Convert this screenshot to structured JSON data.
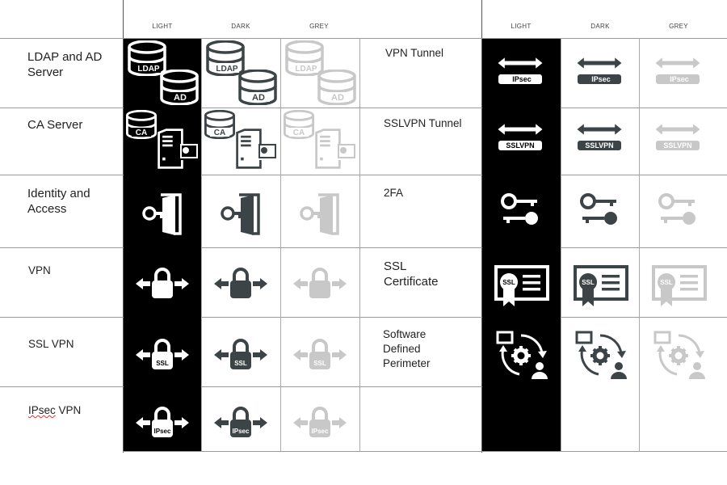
{
  "columns_left": {
    "light": "LIGHT",
    "dark": "DARK",
    "grey": "GREY"
  },
  "columns_right": {
    "light": "LIGHT",
    "dark": "DARK",
    "grey": "GREY"
  },
  "left_rows": [
    {
      "label": "LDAP and AD Server",
      "icon": "ldap-ad-database-icon",
      "texts": [
        "LDAP",
        "AD"
      ]
    },
    {
      "label": "CA Server",
      "icon": "ca-server-icon",
      "texts": [
        "CA"
      ]
    },
    {
      "label": "Identity and Access",
      "icon": "identity-door-key-icon"
    },
    {
      "label": "VPN",
      "icon": "vpn-lock-arrows-icon"
    },
    {
      "label": "SSL VPN",
      "icon": "ssl-vpn-lock-icon",
      "texts": [
        "SSL"
      ]
    },
    {
      "label_prefix": "IPsec",
      "label_suffix": " VPN",
      "icon": "ipsec-vpn-lock-icon",
      "texts": [
        "IPsec"
      ]
    }
  ],
  "right_rows": [
    {
      "label": "VPN Tunnel",
      "icon": "vpn-tunnel-icon",
      "texts": [
        "IPsec"
      ]
    },
    {
      "label": "SSLVPN Tunnel",
      "icon": "sslvpn-tunnel-icon",
      "texts": [
        "SSLVPN"
      ]
    },
    {
      "label": "2FA",
      "icon": "two-factor-keys-icon"
    },
    {
      "label": "SSL Certificate",
      "icon": "ssl-certificate-icon",
      "texts": [
        "SSL"
      ]
    },
    {
      "label": "Software Defined Perimeter",
      "icon": "software-defined-perimeter-icon"
    }
  ],
  "colors": {
    "light_bg": "#000000",
    "light_fg": "#ffffff",
    "dark": "#3d4447",
    "grey": "#c8c8c8",
    "grid": "#999999"
  }
}
